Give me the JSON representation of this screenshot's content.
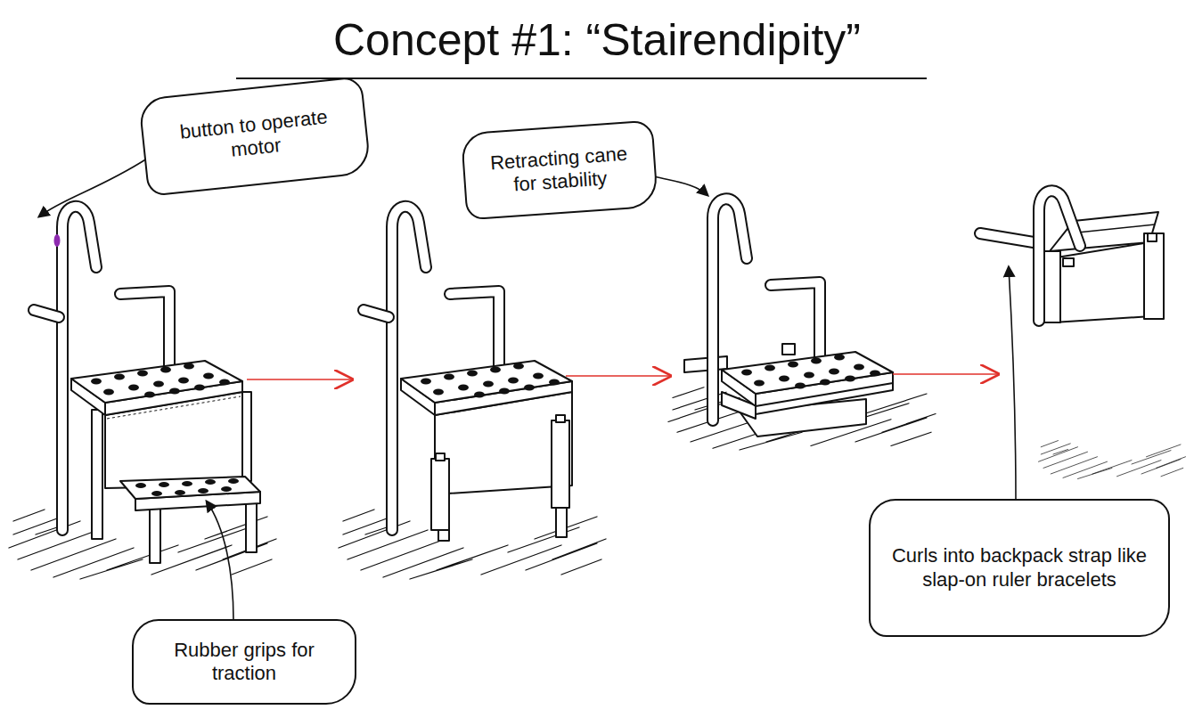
{
  "diagram": {
    "title": "Concept #1: “Stairendipity”",
    "nodes": [
      {
        "text": [
          "button to operate motor"
        ]
      },
      {
        "text": [
          "Retracting cane for stability"
        ]
      },
      {
        "text": [
          "Curls into backpack strap like slap-on ruler bracelets"
        ]
      },
      {
        "text": [
          "Rubber grips for traction"
        ]
      }
    ]
  }
}
